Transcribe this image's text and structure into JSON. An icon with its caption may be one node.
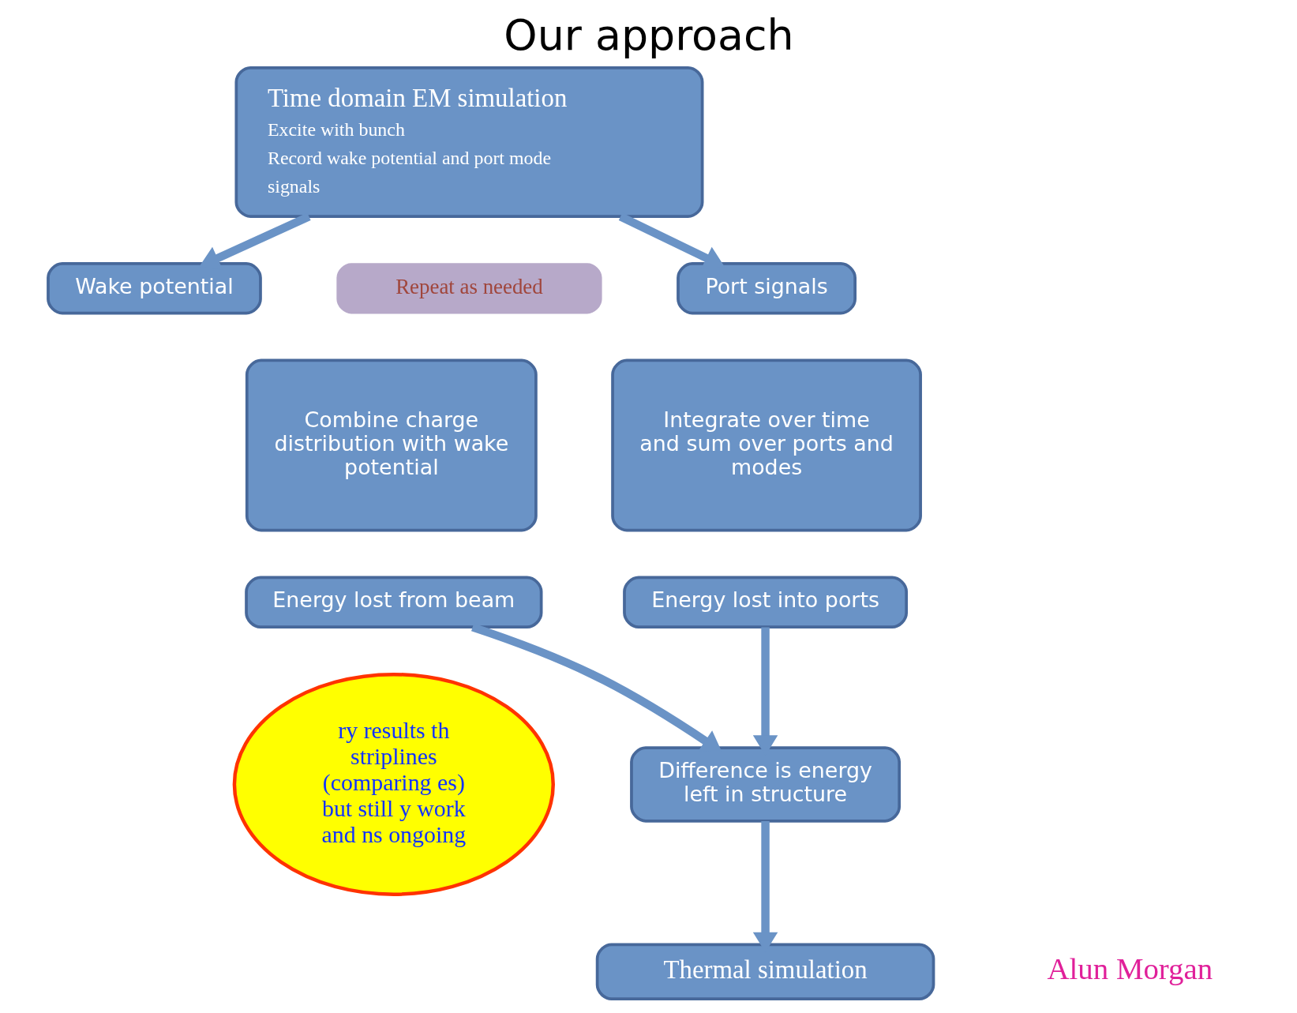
{
  "diagram": {
    "title": "Our approach",
    "nodes": [
      {
        "text": [
          "Time domain EM simulation",
          "Excite with bunch",
          "Record wake potential and port mode signals"
        ]
      },
      {
        "text": [
          "Wake potential"
        ]
      },
      {
        "text": [
          "Port signals"
        ]
      },
      {
        "text": [
          "Combine charge distribution with wake potential"
        ]
      },
      {
        "text": [
          "Integrate over time and sum over ports and modes"
        ]
      },
      {
        "text": [
          "Energy lost from beam"
        ]
      },
      {
        "text": [
          "Energy lost into ports"
        ]
      },
      {
        "text": [
          "Difference is energy left in structure"
        ]
      },
      {
        "text": [
          "Thermal simulation"
        ]
      },
      {
        "text": [
          "Repeat as needed"
        ]
      },
      {
        "text": [
          "ry results th striplines (comparing es) but still y work and ns ongoing"
        ]
      }
    ],
    "edges": [
      {
        "from": 0,
        "to": 1,
        "arrow": "to"
      },
      {
        "from": 0,
        "to": 2,
        "arrow": "to"
      },
      {
        "from": 5,
        "to": 7,
        "arrow": "to"
      },
      {
        "from": 6,
        "to": 7,
        "arrow": "to"
      },
      {
        "from": 7,
        "to": 8,
        "arrow": "to"
      }
    ],
    "labels": [
      "Alun Morgan"
    ]
  }
}
